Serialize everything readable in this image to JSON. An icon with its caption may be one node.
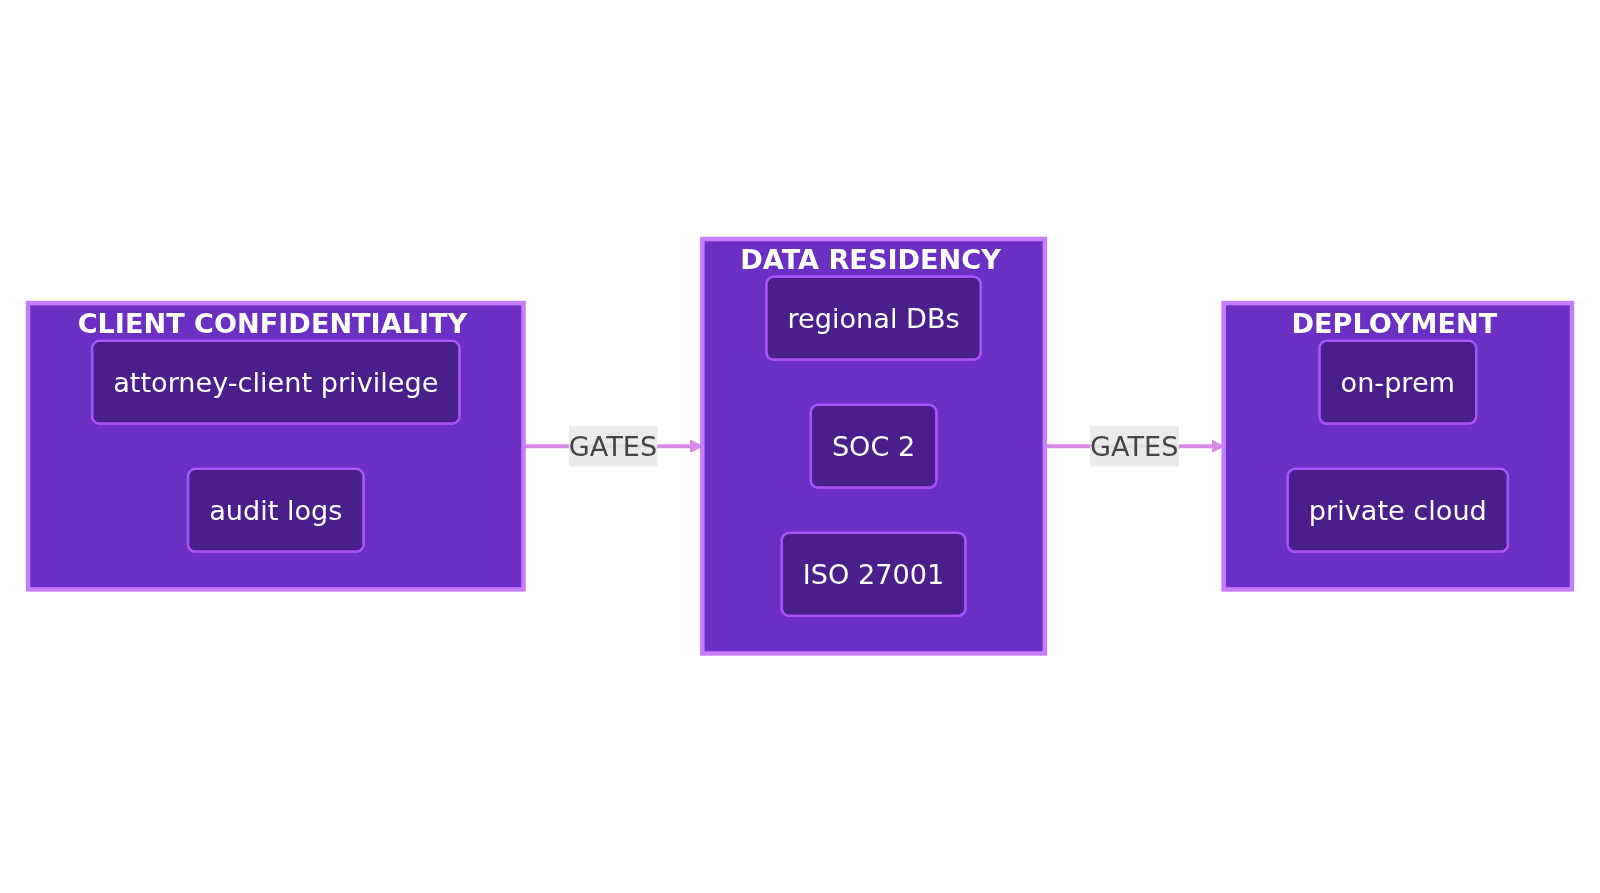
{
  "diagram": {
    "nodes": [
      {
        "text": [
          "CLIENT CONFIDENTIALITY"
        ]
      },
      {
        "text": [
          "attorney-client privilege"
        ],
        "in": 0
      },
      {
        "text": [
          "audit logs"
        ],
        "in": 0
      },
      {
        "text": [
          "DATA RESIDENCY"
        ]
      },
      {
        "text": [
          "regional DBs"
        ],
        "in": 3
      },
      {
        "text": [
          "SOC 2"
        ],
        "in": 3
      },
      {
        "text": [
          "ISO 27001"
        ],
        "in": 3
      },
      {
        "text": [
          "DEPLOYMENT"
        ]
      },
      {
        "text": [
          "on-prem"
        ],
        "in": 7
      },
      {
        "text": [
          "private cloud"
        ],
        "in": 7
      }
    ],
    "edges": [
      {
        "from": 0,
        "to": 3,
        "arrow": "to",
        "label": "GATES"
      },
      {
        "from": 3,
        "to": 7,
        "arrow": "to",
        "label": "GATES"
      }
    ]
  }
}
